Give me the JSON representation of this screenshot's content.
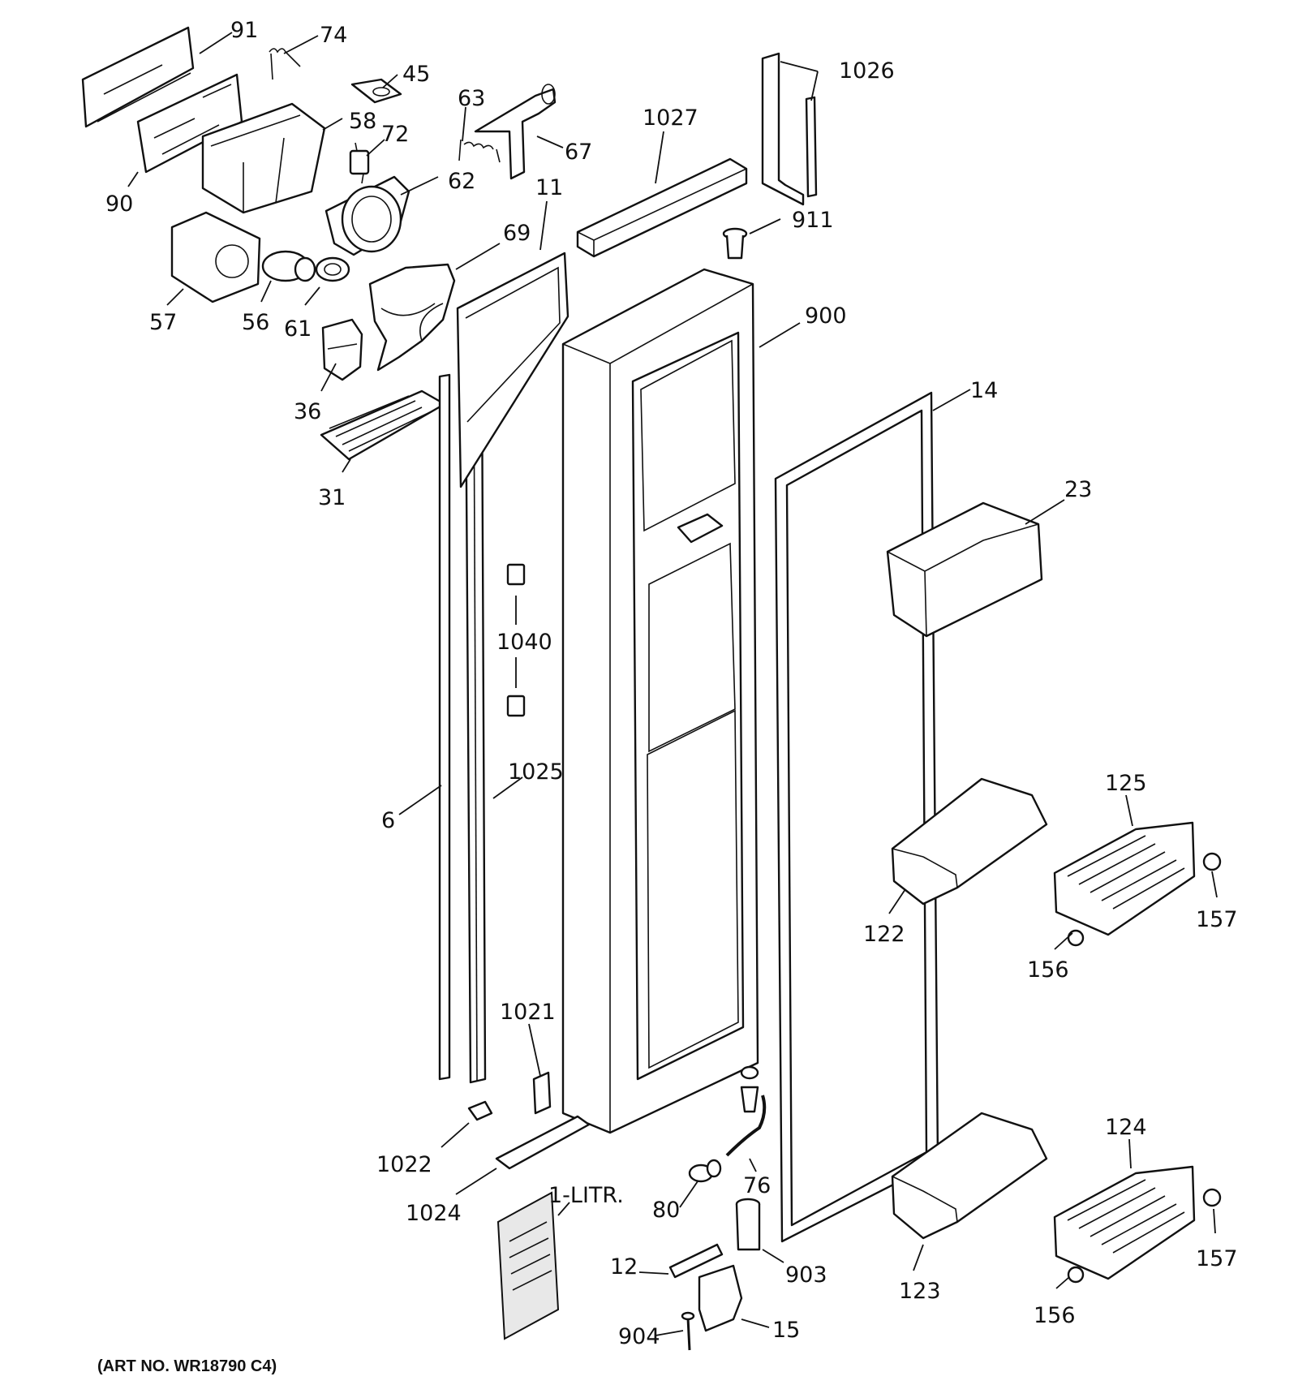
{
  "art_number": "(ART NO. WR18790 C4)",
  "callouts": [
    {
      "id": "91"
    },
    {
      "id": "74"
    },
    {
      "id": "45"
    },
    {
      "id": "63"
    },
    {
      "id": "58"
    },
    {
      "id": "72"
    },
    {
      "id": "67"
    },
    {
      "id": "90"
    },
    {
      "id": "62"
    },
    {
      "id": "1027"
    },
    {
      "id": "1026"
    },
    {
      "id": "911"
    },
    {
      "id": "11"
    },
    {
      "id": "69"
    },
    {
      "id": "57"
    },
    {
      "id": "56"
    },
    {
      "id": "61"
    },
    {
      "id": "36"
    },
    {
      "id": "900"
    },
    {
      "id": "31"
    },
    {
      "id": "14"
    },
    {
      "id": "23"
    },
    {
      "id": "1040"
    },
    {
      "id": "6"
    },
    {
      "id": "1025"
    },
    {
      "id": "125"
    },
    {
      "id": "122"
    },
    {
      "id": "157"
    },
    {
      "id": "156"
    },
    {
      "id": "1021"
    },
    {
      "id": "1022"
    },
    {
      "id": "124"
    },
    {
      "id": "1024"
    },
    {
      "id": "76"
    },
    {
      "id": "1-LITR."
    },
    {
      "id": "80"
    },
    {
      "id": "157"
    },
    {
      "id": "12"
    },
    {
      "id": "903"
    },
    {
      "id": "123"
    },
    {
      "id": "156"
    },
    {
      "id": "904"
    },
    {
      "id": "15"
    }
  ]
}
